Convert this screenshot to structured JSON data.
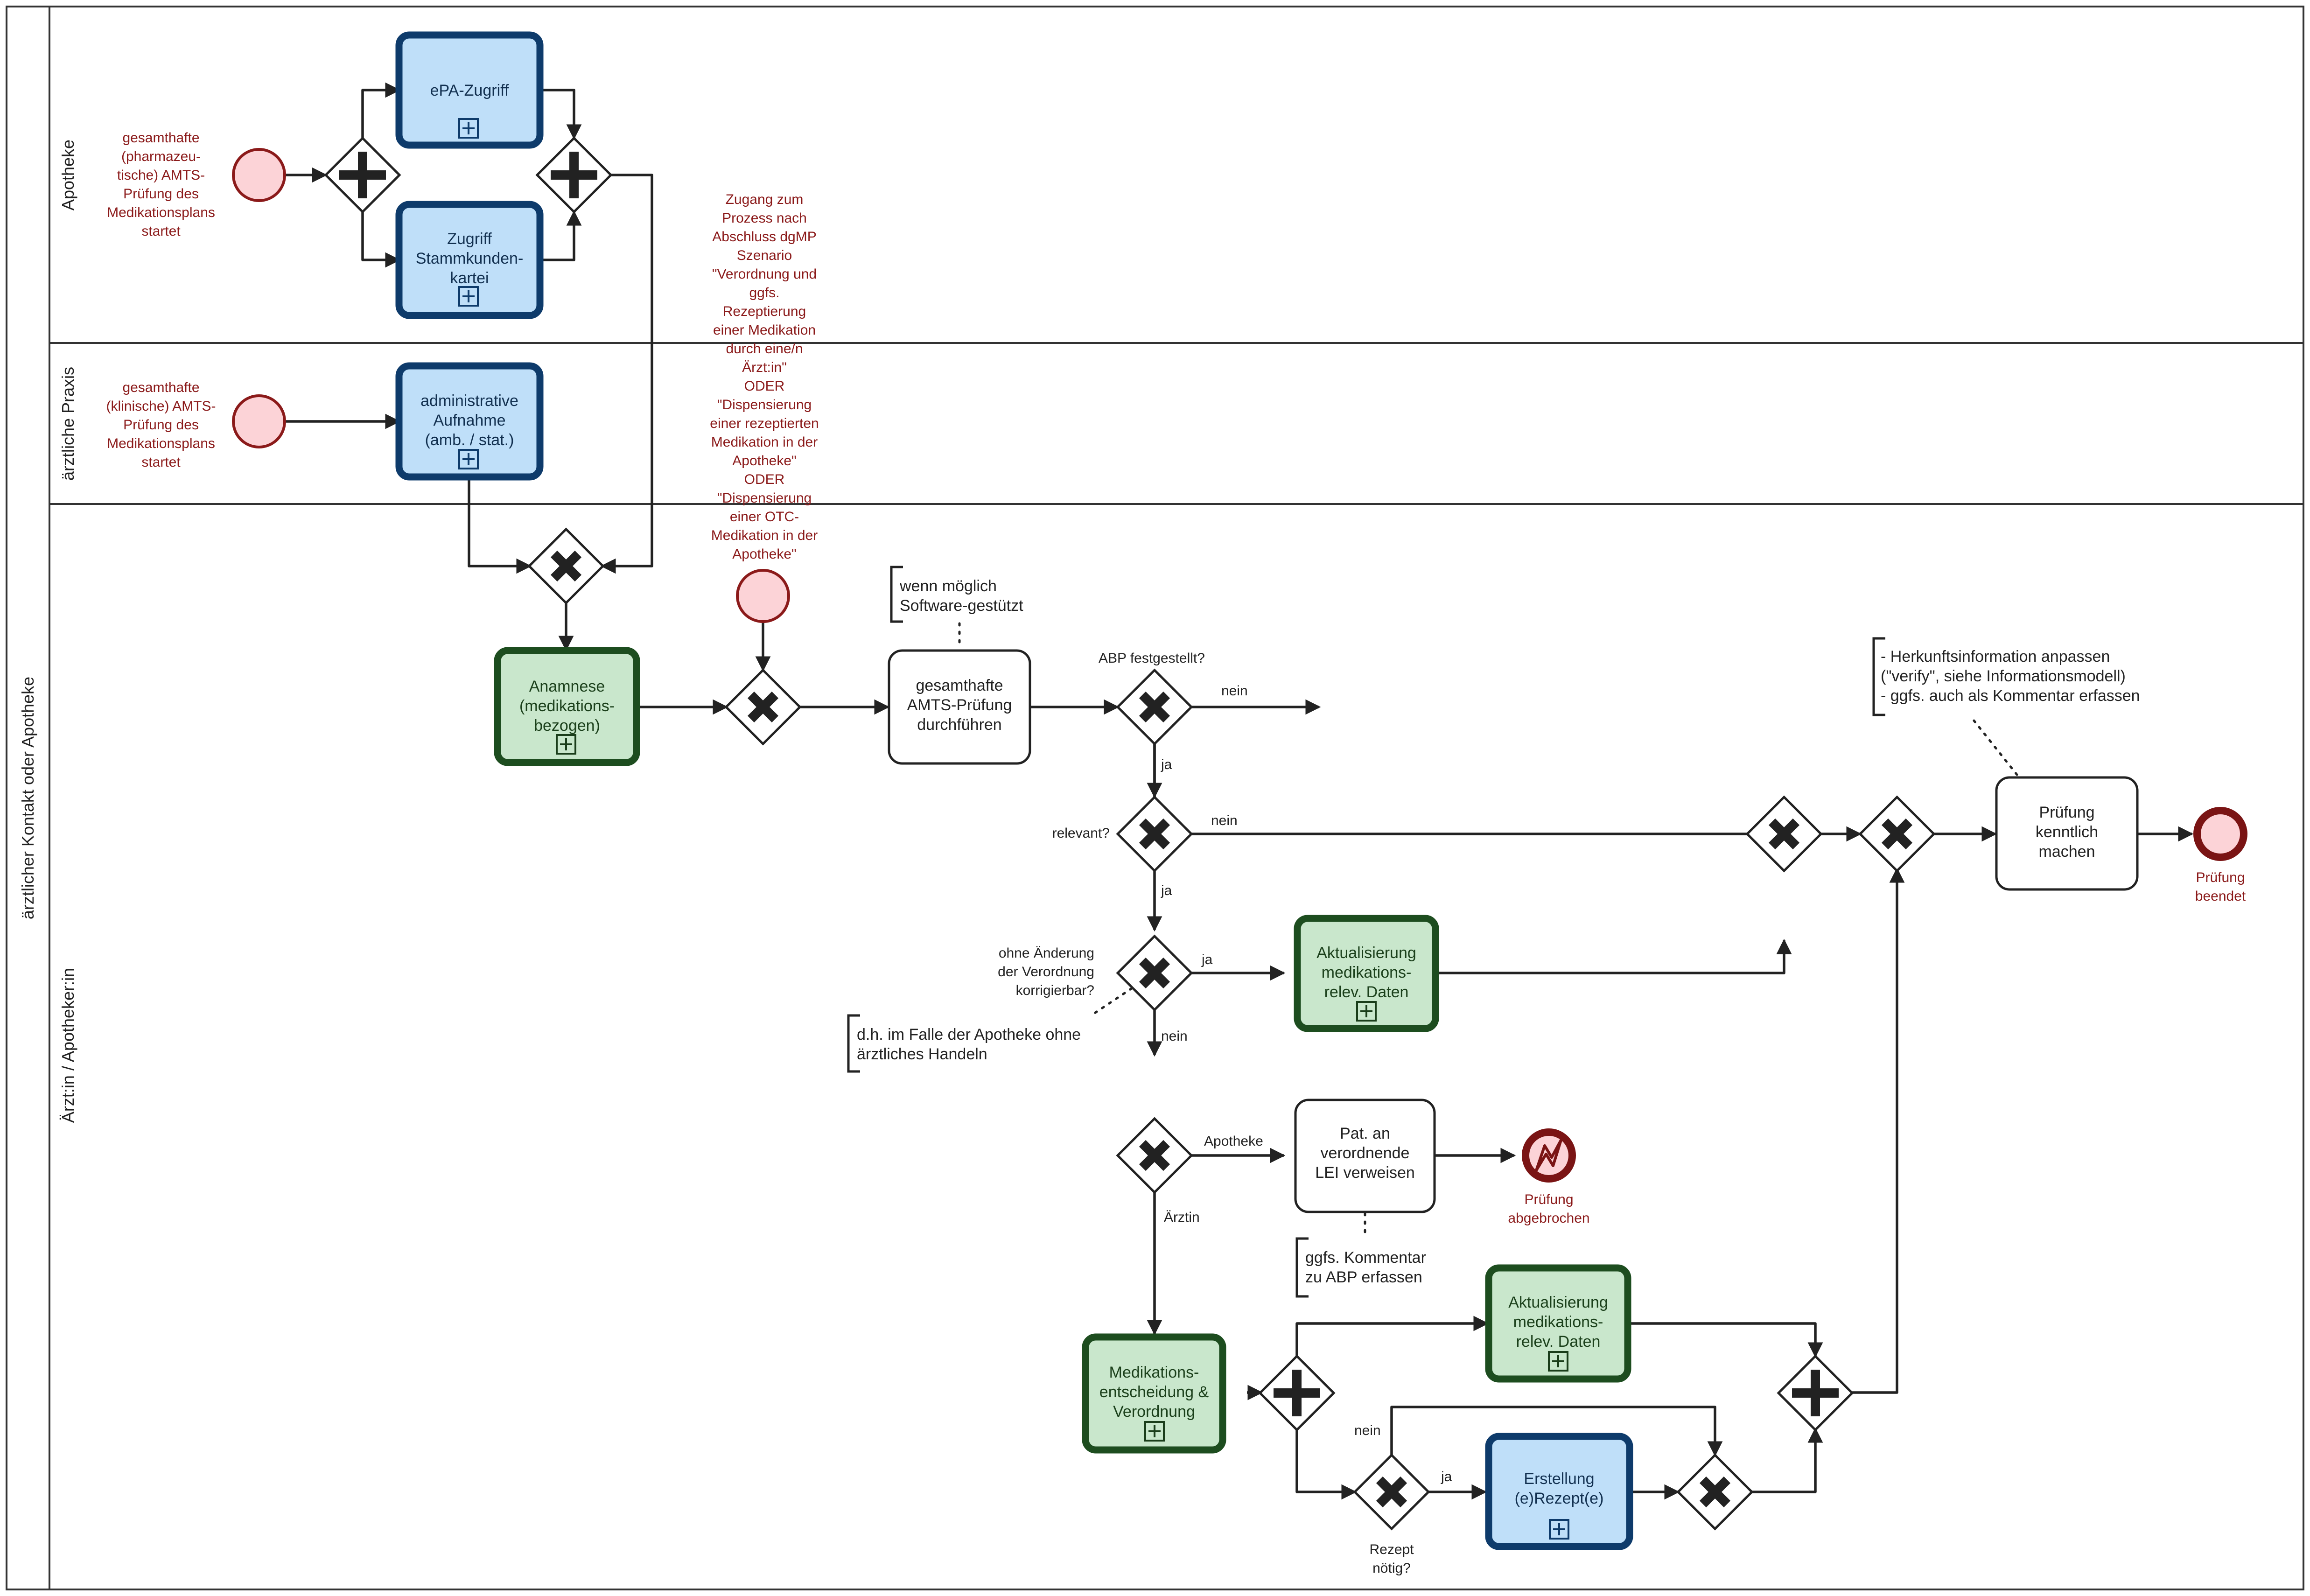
{
  "pool": {
    "label": "ärztlicher Kontakt oder Apotheke"
  },
  "lanes": {
    "apotheke": "Apotheke",
    "praxis": "ärztliche Praxis",
    "arzt": "Ärzt:in / Apotheker:in"
  },
  "events": {
    "start_apotheke": [
      "gesamthafte",
      "(pharmazeu-",
      "tische) AMTS-",
      "Prüfung des",
      "Medikationsplans",
      "startet"
    ],
    "start_praxis": [
      "gesamthafte",
      "(klinische) AMTS-",
      "Prüfung des",
      "Medikationsplans",
      "startet"
    ],
    "start_zugang": [
      "Zugang zum",
      "Prozess nach",
      "Abschluss dgMP",
      "Szenario",
      "\"Verordnung und",
      "ggfs.",
      "Rezeptierung",
      "einer Medikation",
      "durch eine/n",
      "Ärzt:in\"",
      "ODER",
      "\"Dispensierung",
      "einer rezeptierten",
      "Medikation in der",
      "Apotheke\"",
      "ODER",
      "\"Dispensierung",
      "einer OTC-",
      "Medikation in der",
      "Apotheke\""
    ],
    "end_abgebrochen": [
      "Prüfung",
      "abgebrochen"
    ],
    "end_beendet": [
      "Prüfung",
      "beendet"
    ]
  },
  "tasks": {
    "epa": [
      "ePA-Zugriff"
    ],
    "stammkunden": [
      "Zugriff",
      "Stammkunden-",
      "kartei"
    ],
    "aufnahme": [
      "administrative",
      "Aufnahme",
      "(amb. / stat.)"
    ],
    "anamnese": [
      "Anamnese",
      "(medikations-",
      "bezogen)"
    ],
    "pruefung": [
      "gesamthafte",
      "AMTS-Prüfung",
      "durchführen"
    ],
    "aktualisierung1": [
      "Aktualisierung",
      "medikations-",
      "relev. Daten"
    ],
    "verweisen": [
      "Pat. an",
      "verordnende",
      "LEI verweisen"
    ],
    "entscheidung": [
      "Medikations-",
      "entscheidung &",
      "Verordnung"
    ],
    "aktualisierung2": [
      "Aktualisierung",
      "medikations-",
      "relev. Daten"
    ],
    "rezept": [
      "Erstellung",
      "(e)Rezept(e)"
    ],
    "kenntlich": [
      "Prüfung",
      "kenntlich",
      "machen"
    ]
  },
  "gateways": {
    "abp": "ABP festgestellt?",
    "relevant": "relevant?",
    "korrigierbar": [
      "ohne Änderung",
      "der Verordnung",
      "korrigierbar?"
    ],
    "rezept_noetig": [
      "Rezept",
      "nötig?"
    ]
  },
  "flows": {
    "nein1": "nein",
    "ja1": "ja",
    "nein2": "nein",
    "ja2": "ja",
    "ja3": "ja",
    "nein3": "nein",
    "apotheke": "Apotheke",
    "aerztin": "Ärztin",
    "nein4": "nein",
    "ja4": "ja"
  },
  "annotations": {
    "software": [
      "wenn möglich",
      "Software-gestützt"
    ],
    "apotheke_handeln": [
      "d.h. im Falle der Apotheke ohne",
      "ärztliches Handeln"
    ],
    "kommentar": [
      "ggfs. Kommentar",
      "zu ABP erfassen"
    ],
    "herkunft": [
      "- Herkunftsinformation anpassen",
      "(\"verify\", siehe Informationsmodell)",
      "- ggfs. auch als Kommentar erfassen"
    ]
  }
}
